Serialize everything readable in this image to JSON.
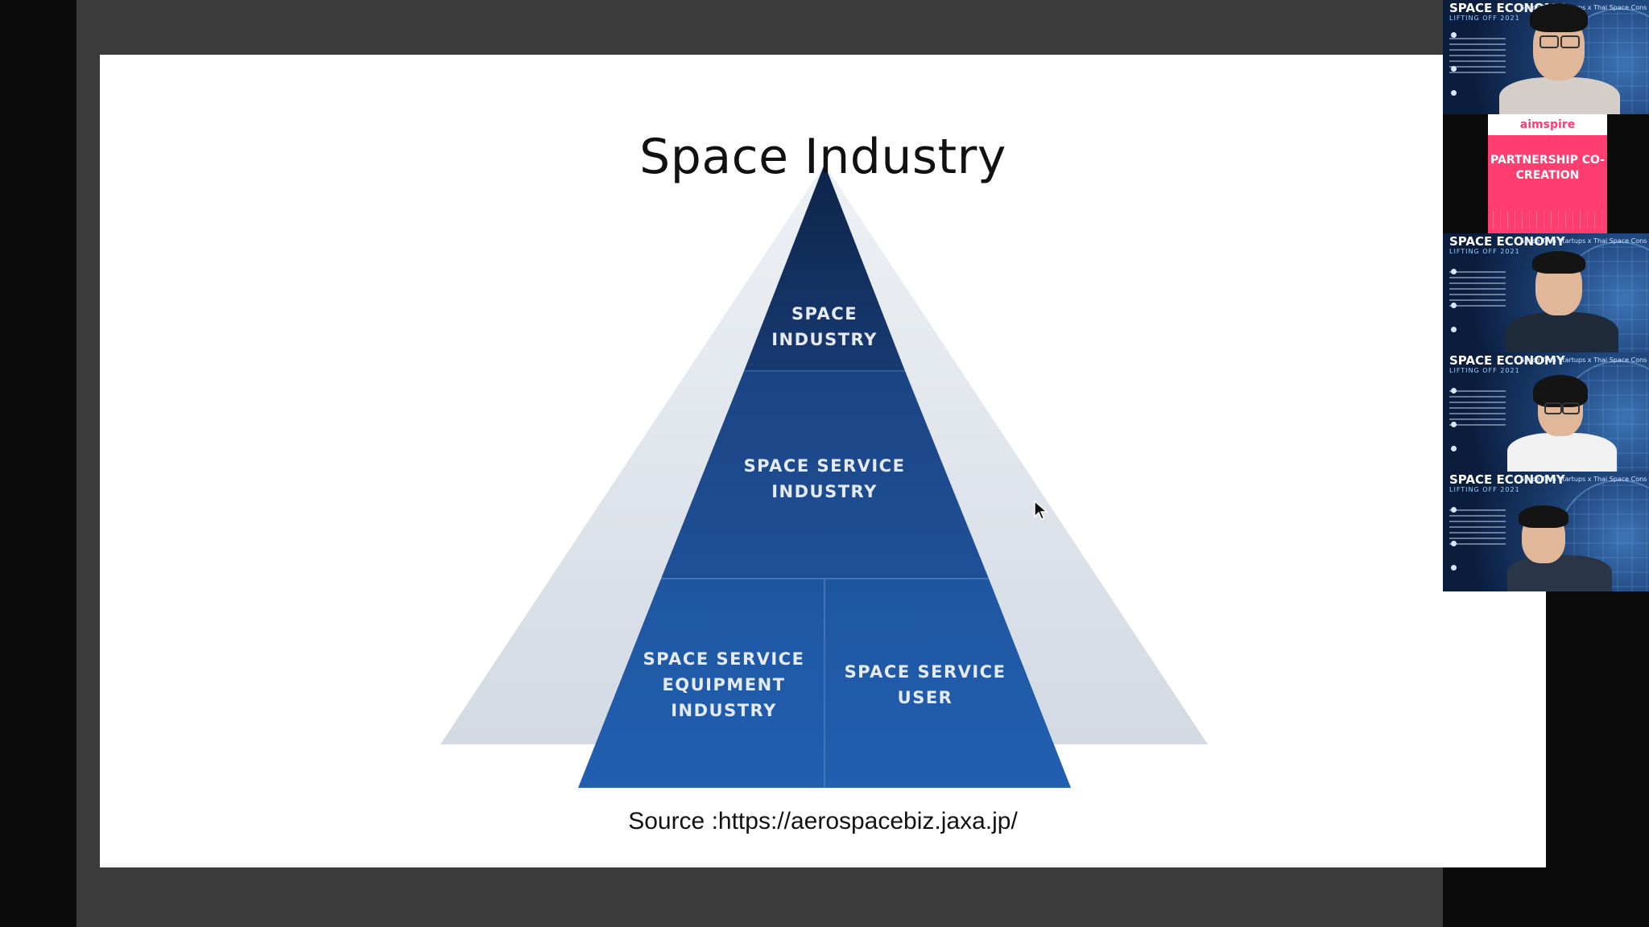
{
  "slide": {
    "title": "Space Industry",
    "source": "Source :https://aerospacebiz.jaxa.jp/",
    "pyramid": {
      "top_label": "SPACE INDUSTRY",
      "middle_label": "SPACE SERVICE INDUSTRY",
      "bottom_left_label": "SPACE SERVICE EQUIPMENT INDUSTRY",
      "bottom_right_label": "SPACE SERVICE USER"
    }
  },
  "participants": {
    "tile_logo": "SPACE ECONOMY",
    "tile_logo_sub": "LIFTING OFF 2021",
    "tile_heading": "Space Tech Startups x Thai Space Consortium",
    "promo": {
      "brand": "aimspire",
      "title": "PARTNERSHIP CO-CREATION"
    }
  },
  "colors": {
    "pyramid_outer": "#d5dce6",
    "pyramid_top": "#13305f",
    "pyramid_middle": "#1c4888",
    "pyramid_bottom": "#1f5aa8",
    "promo_pink": "#ff3d6e"
  }
}
